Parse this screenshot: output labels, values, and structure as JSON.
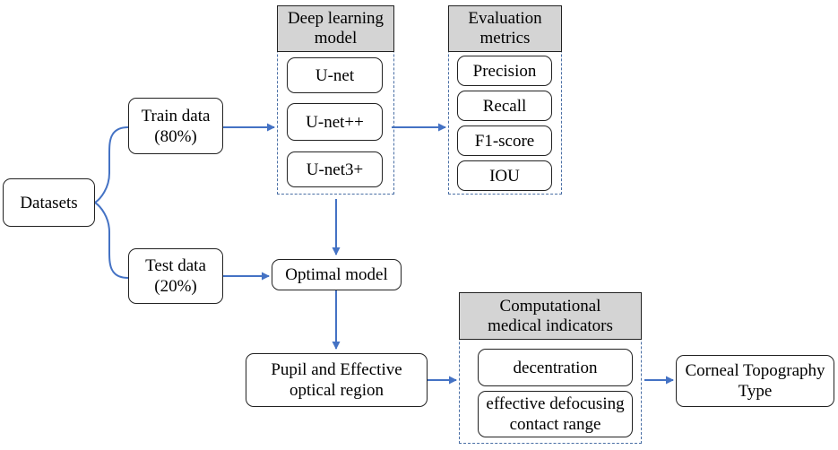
{
  "nodes": {
    "datasets": "Datasets",
    "train_data": [
      "Train data",
      "(80%)"
    ],
    "test_data": [
      "Test data",
      "(20%)"
    ],
    "optimal_model": "Optimal model",
    "pupil_region": [
      "Pupil and Effective",
      "optical region"
    ],
    "topography_type": [
      "Corneal Topography",
      "Type"
    ]
  },
  "deep_learning": {
    "title": [
      "Deep learning",
      "model"
    ],
    "items": [
      "U-net",
      "U-net++",
      "U-net3+"
    ]
  },
  "evaluation": {
    "title": [
      "Evaluation",
      "metrics"
    ],
    "items": [
      "Precision",
      "Recall",
      "F1-score",
      "IOU"
    ]
  },
  "indicators": {
    "title": [
      "Computational",
      "medical indicators"
    ],
    "items": [
      "decentration",
      "effective defocusing contact range"
    ],
    "item_lines": [
      [
        "decentration"
      ],
      [
        "effective defocusing",
        "contact range"
      ]
    ]
  },
  "colors": {
    "arrow": "#4472c4",
    "header_fill": "#d4d4d4",
    "group_border": "#4a6fa5"
  }
}
